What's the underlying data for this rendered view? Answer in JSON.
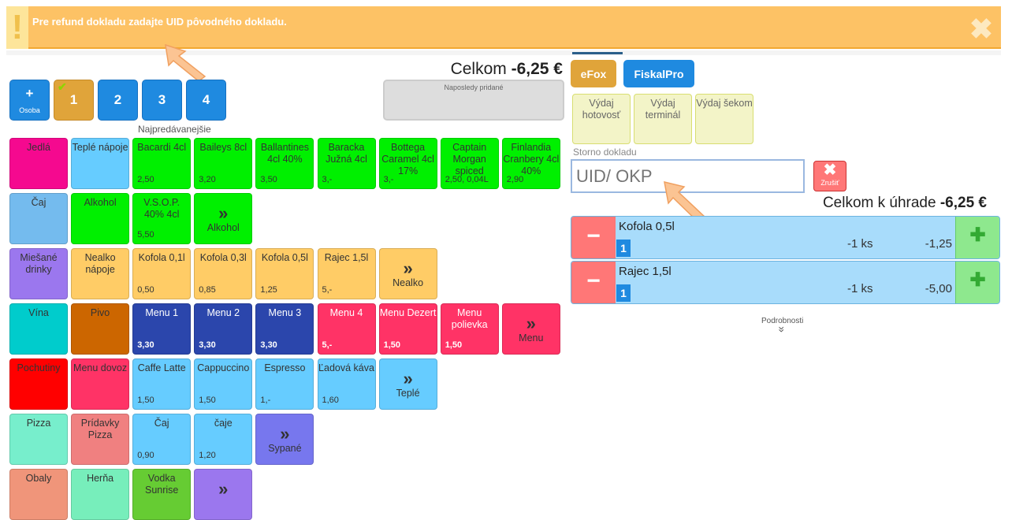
{
  "banner": {
    "message": "Pre refund dokladu zadajte UID pôvodného dokladu.",
    "icon": "exclamation-icon",
    "close_icon": "close-icon"
  },
  "order": {
    "total_label": "Celkom",
    "total_value": "-6,25 €",
    "last_added_label": "Naposledy pridané"
  },
  "persons": [
    {
      "label": "+",
      "sub": "Osoba"
    },
    {
      "label": "1",
      "selected": true
    },
    {
      "label": "2"
    },
    {
      "label": "3"
    },
    {
      "label": "4"
    }
  ],
  "section_label": "Najpredávanejšie",
  "tiles": [
    [
      {
        "label": "Jedlá",
        "color": "#f5098f"
      },
      {
        "label": "Teplé nápoje",
        "color": "#66ccff"
      },
      {
        "label": "Bacardi 4cl",
        "price": "2,50",
        "color": "#00f000"
      },
      {
        "label": "Baileys 8cl",
        "price": "3,20",
        "color": "#00f000"
      },
      {
        "label": "Ballantines 4cl 40%",
        "price": "3,50",
        "color": "#00f000"
      },
      {
        "label": "Baracka Južná 4cl",
        "price": "3,-",
        "color": "#00f000"
      },
      {
        "label": "Bottega Caramel 4cl 17%",
        "price": "3,-",
        "color": "#00f000"
      },
      {
        "label": "Captain Morgan spiced",
        "price": "2,50, 0,04L",
        "color": "#00f000"
      },
      {
        "label": "Finlandia Cranbery 4cl 40%",
        "price": "2,90",
        "color": "#00f000"
      }
    ],
    [
      {
        "label": "Čaj",
        "color": "#74bbee"
      },
      {
        "label": "Alkohol",
        "color": "#00f000"
      },
      {
        "label": "V.S.O.P. 40% 4cl",
        "price": "5,50",
        "color": "#00f000"
      },
      {
        "label": "Alkohol",
        "more": true,
        "color": "#00f000"
      }
    ],
    [
      {
        "label": "Miešané drinky",
        "color": "#9b77ee"
      },
      {
        "label": "Nealko nápoje",
        "color": "#ffcc66"
      },
      {
        "label": "Kofola 0,1l",
        "price": "0,50",
        "color": "#ffcc66"
      },
      {
        "label": "Kofola 0,3l",
        "price": "0,85",
        "color": "#ffcc66"
      },
      {
        "label": "Kofola 0,5l",
        "price": "1,25",
        "color": "#ffcc66"
      },
      {
        "label": "Rajec 1,5l",
        "price": "5,-",
        "color": "#ffcc66"
      },
      {
        "label": "Nealko",
        "more": true,
        "color": "#ffcc66"
      }
    ],
    [
      {
        "label": "Vína",
        "color": "#00cccc"
      },
      {
        "label": "Pivo",
        "color": "#cc6600"
      },
      {
        "label": "Menu 1",
        "price": "3,30",
        "color": "#2b46ac",
        "white": true
      },
      {
        "label": "Menu 2",
        "price": "3,30",
        "color": "#2b46ac",
        "white": true
      },
      {
        "label": "Menu 3",
        "price": "3,30",
        "color": "#2b46ac",
        "white": true
      },
      {
        "label": "Menu 4",
        "price": "5,-",
        "color": "#ff3366",
        "white": true
      },
      {
        "label": "Menu Dezert",
        "price": "1,50",
        "color": "#ff3366",
        "white": true
      },
      {
        "label": "Menu polievka",
        "price": "1,50",
        "color": "#ff3366",
        "white": true
      },
      {
        "label": "Menu",
        "more": true,
        "color": "#ff3366"
      }
    ],
    [
      {
        "label": "Pochutiny",
        "color": "#ff0000"
      },
      {
        "label": "Menu dovoz",
        "color": "#ff3366"
      },
      {
        "label": "Caffe Latte",
        "price": "1,50",
        "color": "#66ccff"
      },
      {
        "label": "Cappuccino",
        "price": "1,50",
        "color": "#66ccff"
      },
      {
        "label": "Espresso",
        "price": "1,-",
        "color": "#66ccff"
      },
      {
        "label": "Ľadová káva",
        "price": "1,60",
        "color": "#66ccff"
      },
      {
        "label": "Teplé",
        "more": true,
        "color": "#66ccff"
      }
    ],
    [
      {
        "label": "Pizza",
        "color": "#77eecc"
      },
      {
        "label": "Prídavky Pizza",
        "color": "#f08080"
      },
      {
        "label": "Čaj",
        "price": "0,90",
        "color": "#66ccff"
      },
      {
        "label": "čaje",
        "price": "1,20",
        "color": "#66ccff"
      },
      {
        "label": "Sypané",
        "more": true,
        "color": "#7777ee"
      }
    ],
    [
      {
        "label": "Obaly",
        "color": "#f0957a"
      },
      {
        "label": "Herňa",
        "color": "#77eebb"
      },
      {
        "label": "Vodka Sunrise",
        "color": "#66cc33"
      },
      {
        "label": "",
        "more": true,
        "color": "#9b77ee"
      }
    ]
  ],
  "payment": {
    "efox": "eFox",
    "fiskalpro": "FiskalPro",
    "buttons": [
      "Výdaj hotovosť",
      "Výdaj terminál",
      "Výdaj šekom"
    ]
  },
  "storno": {
    "label": "Storno dokladu",
    "placeholder": "UID/ OKP",
    "cancel": "Zrušiť"
  },
  "total_due": {
    "label": "Celkom k úhrade",
    "value": "-6,25 €"
  },
  "items": [
    {
      "name": "Kofola 0,5l",
      "seat": "1",
      "qty": "-1 ks",
      "amount": "-1,25"
    },
    {
      "name": "Rajec 1,5l",
      "seat": "1",
      "qty": "-1 ks",
      "amount": "-5,00"
    }
  ],
  "details_label": "Podrobnosti"
}
